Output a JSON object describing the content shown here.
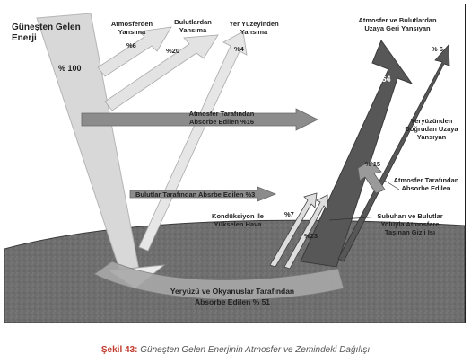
{
  "diagram": {
    "incoming": {
      "title_line1": "Güneşten Gelen",
      "title_line2": "Enerji",
      "percent": "% 100"
    },
    "atmos_reflect": {
      "line1": "Atmosferden",
      "line2": "Yansıma",
      "percent": "%6"
    },
    "cloud_reflect": {
      "line1": "Bulutlardan",
      "line2": "Yansıma",
      "percent": "%20"
    },
    "ground_reflect": {
      "line1": "Yer Yüzeyinden",
      "line2": "Yansıma",
      "percent": "%4"
    },
    "space_out": {
      "line1": "Atmosfer ve Bulutlardan",
      "line2": "Uzaya Geri Yansıyan",
      "percent": "% 64"
    },
    "direct_space": {
      "percent": "% 6",
      "line1": "Yeryüzünden",
      "line2": "Doğrudan Uzaya",
      "line3": "Yansıyan"
    },
    "atmos_absorb": {
      "line1": "Atmosfer Tarafından",
      "line2": "Absorbe Edilen %16"
    },
    "cloud_absorb": {
      "text": "Bulutlar Tarafından Absrbe Edilen %3"
    },
    "atmos_absorb2": {
      "percent": "% 15",
      "line1": "Atmosfer Tarafından",
      "line2": "Absorbe Edilen"
    },
    "convection": {
      "line1": "Kondüksiyon İle",
      "line2": "Yükselen Hava",
      "percent": "%7"
    },
    "latent": {
      "percent": "%23",
      "line1": "Subuharı ve Bulutlar",
      "line2": "Yoluyla Atmosfere",
      "line3": "Taşınan Gizli Isı"
    },
    "surface": {
      "line1": "Yeryüzü ve Okyanuslar Tarafından",
      "line2": "Absorbe Edilen % 51"
    }
  },
  "caption": {
    "label": "Şekil 43:",
    "text": "Güneşten Gelen Enerjinin Atmosfer ve Zemindeki Dağılışı"
  },
  "colors": {
    "incoming_arrow": "#d8d8d8",
    "dark_arrow": "#575757",
    "ground": "#6e6e6e",
    "frame_border": "#222222",
    "caption_label": "#c0392b"
  }
}
